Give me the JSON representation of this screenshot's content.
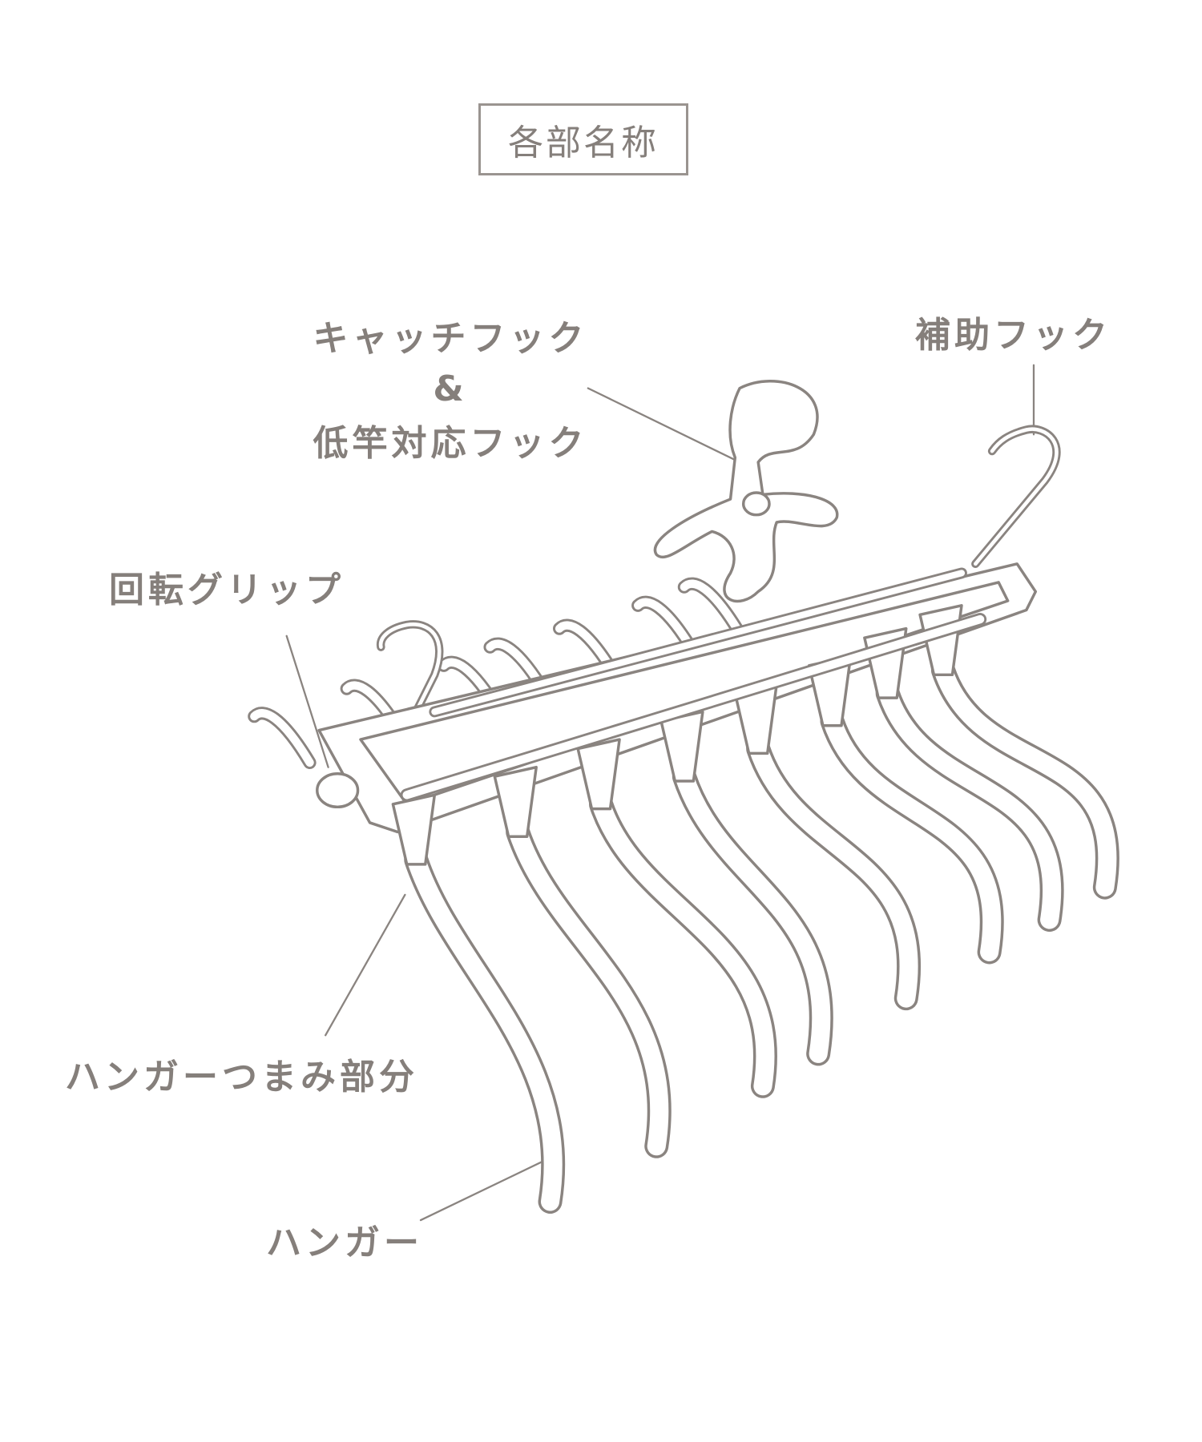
{
  "title": "各部名称",
  "labels": {
    "catch_hook_line1": "キャッチフック",
    "catch_hook_amp": "&",
    "catch_hook_line2": "低竿対応フック",
    "aux_hook": "補助フック",
    "rotating_grip": "回転グリップ",
    "hanger_knob": "ハンガーつまみ部分",
    "hanger": "ハンガー"
  },
  "colors": {
    "line": "#8a8480",
    "text": "#857f7b"
  }
}
